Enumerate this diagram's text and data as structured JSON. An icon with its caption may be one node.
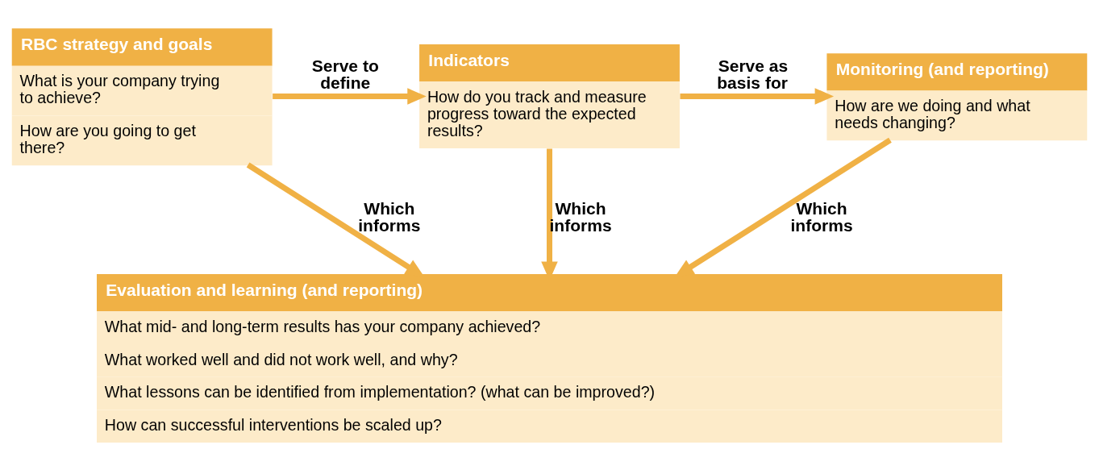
{
  "diagram": {
    "nodes": [
      {
        "text": [
          "RBC strategy and goals",
          "What is your company trying to achieve?",
          "How are you going to get there?"
        ]
      },
      {
        "text": [
          "Indicators",
          "How do you track and measure progress toward the expected results?"
        ]
      },
      {
        "text": [
          "Monitoring (and reporting)",
          "How are we doing and what needs changing?"
        ]
      },
      {
        "text": [
          "Evaluation and learning (and reporting)",
          "What mid- and long-term results has your company achieved?",
          "What worked well and did not work well, and why?",
          "What lessons can be identified from implementation? (what can be improved?)",
          "How can successful interventions be scaled up?"
        ]
      }
    ],
    "edges": [
      {
        "from": 0,
        "to": 1,
        "arrow": "to",
        "label": "Serve to define"
      },
      {
        "from": 1,
        "to": 2,
        "arrow": "to",
        "label": "Serve as basis for"
      },
      {
        "from": 0,
        "to": 3,
        "arrow": "to",
        "label": "Which informs"
      },
      {
        "from": 1,
        "to": 3,
        "arrow": "to",
        "label": "Which informs"
      },
      {
        "from": 2,
        "to": 3,
        "arrow": "to",
        "label": "Which informs"
      }
    ]
  }
}
